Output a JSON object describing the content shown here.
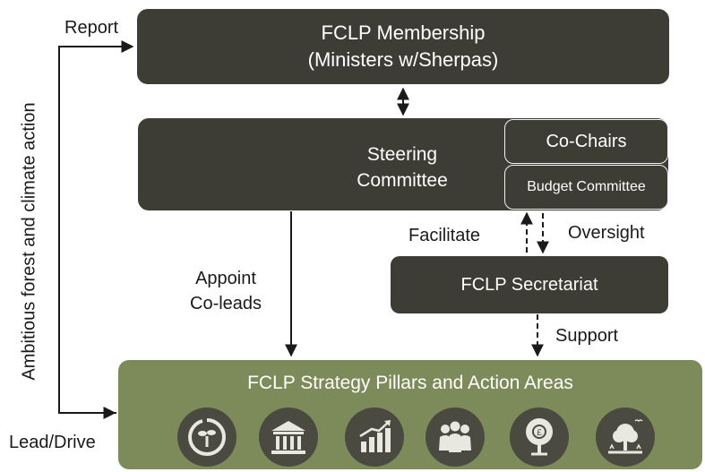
{
  "membership": {
    "line1": "FCLP Membership",
    "line2": "(Ministers w/Sherpas)"
  },
  "steering": {
    "line1": "Steering",
    "line2": "Committee"
  },
  "cochairs": {
    "label": "Co-Chairs"
  },
  "budget": {
    "label": "Budget Committee"
  },
  "secretariat": {
    "label": "FCLP Secretariat"
  },
  "pillars": {
    "title": "FCLP Strategy Pillars and Action Areas",
    "icons": [
      "recycle-sprout-icon",
      "institution-building-icon",
      "growth-chart-icon",
      "people-group-icon",
      "money-tree-icon",
      "landscape-tree-icon"
    ]
  },
  "labels": {
    "report": "Report",
    "lead_drive": "Lead/Drive",
    "facilitate": "Facilitate",
    "oversight": "Oversight",
    "appoint_line1": "Appoint",
    "appoint_line2": "Co-leads",
    "support": "Support",
    "vertical": "Ambitious forest and climate action"
  },
  "colors": {
    "box": "#3d3d35",
    "pillars": "#7d8a5a",
    "icon_bg": "#4a4a40"
  }
}
